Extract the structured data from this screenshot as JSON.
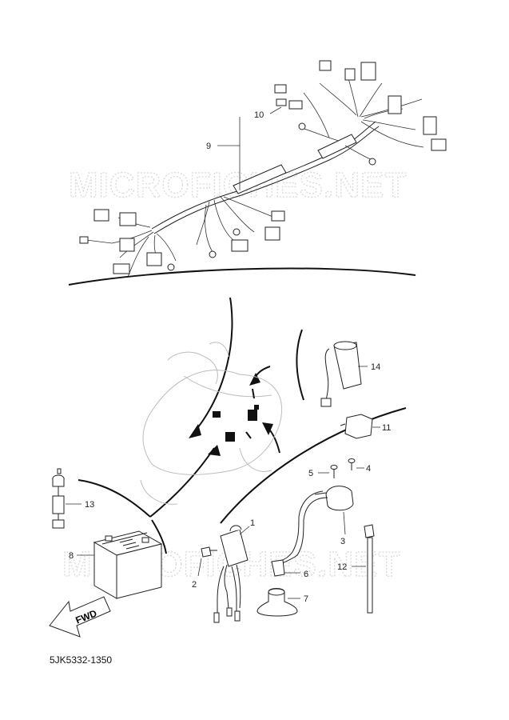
{
  "watermarks": [
    "MICROFICHES.NET",
    "MICROFICHES.NET"
  ],
  "callouts": {
    "c1": "1",
    "c2": "2",
    "c3": "3",
    "c4": "4",
    "c5": "5",
    "c6": "6",
    "c7": "7",
    "c8": "8",
    "c9": "9",
    "c10": "10",
    "c11": "11",
    "c12": "12",
    "c13": "13",
    "c14": "14"
  },
  "fwd_arrow_label": "FWD",
  "diagram_code": "5JK5332-1350"
}
